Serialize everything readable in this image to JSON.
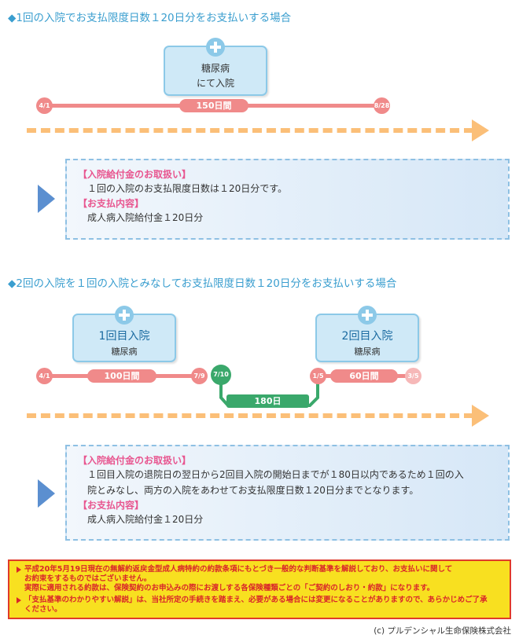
{
  "section1": {
    "title": "◆1回の入院でお支払限度日数１20日分をお支払いする場合",
    "box": {
      "line1": "糖尿病",
      "line2": "にて入院"
    },
    "start_date": "4/1",
    "end_date": "8/28",
    "duration": "150日間",
    "info": {
      "heading1": "【入院給付金のお取扱い】",
      "text1": "１回の入院のお支払限度日数は１20日分です。",
      "heading2": "【お支払内容】",
      "text2": "成人病入院給付金１20日分"
    }
  },
  "section2": {
    "title": "◆2回の入院を１回の入院とみなしてお支払限度日数１20日分をお支払いする場合",
    "box1": {
      "title": "1回目入院",
      "sub": "糖尿病"
    },
    "box2": {
      "title": "2回目入院",
      "sub": "糖尿病"
    },
    "d1_start": "4/1",
    "d1_end": "7/9",
    "d1_duration": "100日間",
    "gap_start": "7/10",
    "gap_duration": "180日",
    "d2_start": "1/5",
    "d2_end": "3/5",
    "d2_duration": "60日間",
    "info": {
      "heading1": "【入院給付金のお取扱い】",
      "text1a": "１回目入院の退院日の翌日から2回目入院の開始日までが１80日以内であるため１回の入",
      "text1b": "院とみなし、両方の入院をあわせてお支払限度日数１20日分までとなります。",
      "heading2": "【お支払内容】",
      "text2": "成人病入院給付金１20日分"
    }
  },
  "notice": {
    "line1": "平成20年5月19日現在の無解約返戻金型成人病特約の約款条項にもとづき一般的な判断基準を解説しており、お支払いに関して",
    "line2": "お約束をするものではございません。",
    "line3": "実際に適用される約款は、保険契約のお申込みの際にお渡しする各保険種類ごとの「ご契約のしおり・約款」になります。",
    "line4": "「支払基準のわかりやすい解説」は、当社所定の手続きを踏まえ、必要がある場合には変更になることがありますので、あらかじめご了承",
    "line5": "ください。"
  },
  "copyright": "(c) プルデンシャル生命保険株式会社",
  "colors": {
    "title_blue": "#3a9ecf",
    "timeline_pink": "#f08a8a",
    "gap_green": "#3aa86b",
    "dash_orange": "#fbbf78",
    "heading_pink": "#e8558f",
    "notice_yellow": "#f8e020",
    "notice_red": "#d9262a"
  }
}
